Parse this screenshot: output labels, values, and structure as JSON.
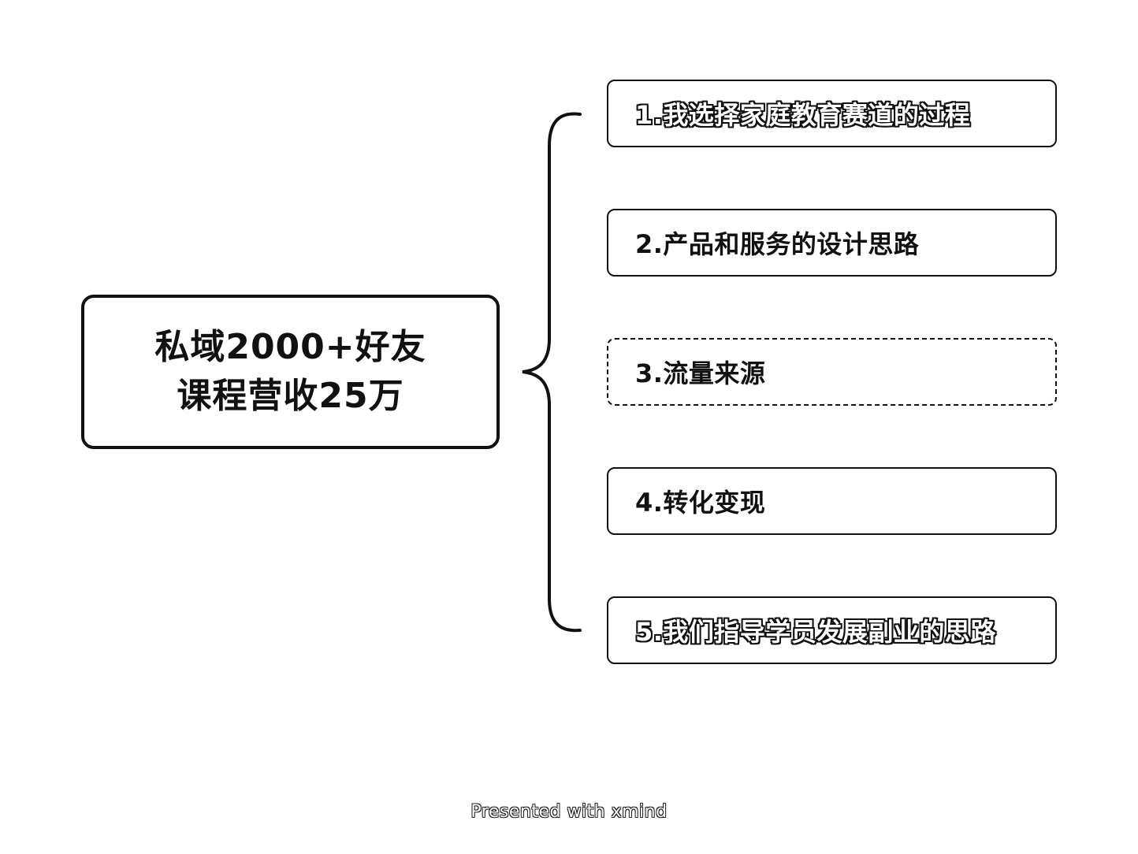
{
  "root": {
    "lines": [
      "私域2000+好友",
      "课程营收25万"
    ]
  },
  "children": [
    {
      "label": "1.我选择家庭教育赛道的过程"
    },
    {
      "label": "2.产品和服务的设计思路"
    },
    {
      "label": "3.流量来源"
    },
    {
      "label": "4.转化变现"
    },
    {
      "label": "5.我们指导学员发展副业的思路"
    }
  ],
  "footer": "Presented with xmind",
  "colors": {
    "stroke": "#111111",
    "background": "#ffffff"
  }
}
